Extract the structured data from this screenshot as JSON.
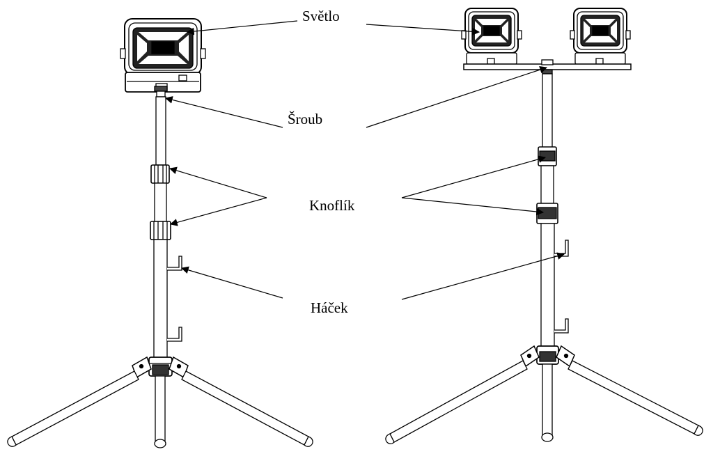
{
  "labels": {
    "light": "Světlo",
    "screw": "Šroub",
    "knob": "Knoflík",
    "hook": "Háček"
  },
  "colors": {
    "line": "#000000",
    "background": "#ffffff",
    "lamp_dark": "#1a1a1a"
  },
  "figures": [
    {
      "name": "single-lamp-stand",
      "lamps": 1,
      "knobs": 2,
      "hooks": 2
    },
    {
      "name": "double-lamp-stand",
      "lamps": 2,
      "knobs": 2,
      "hooks": 2
    }
  ]
}
